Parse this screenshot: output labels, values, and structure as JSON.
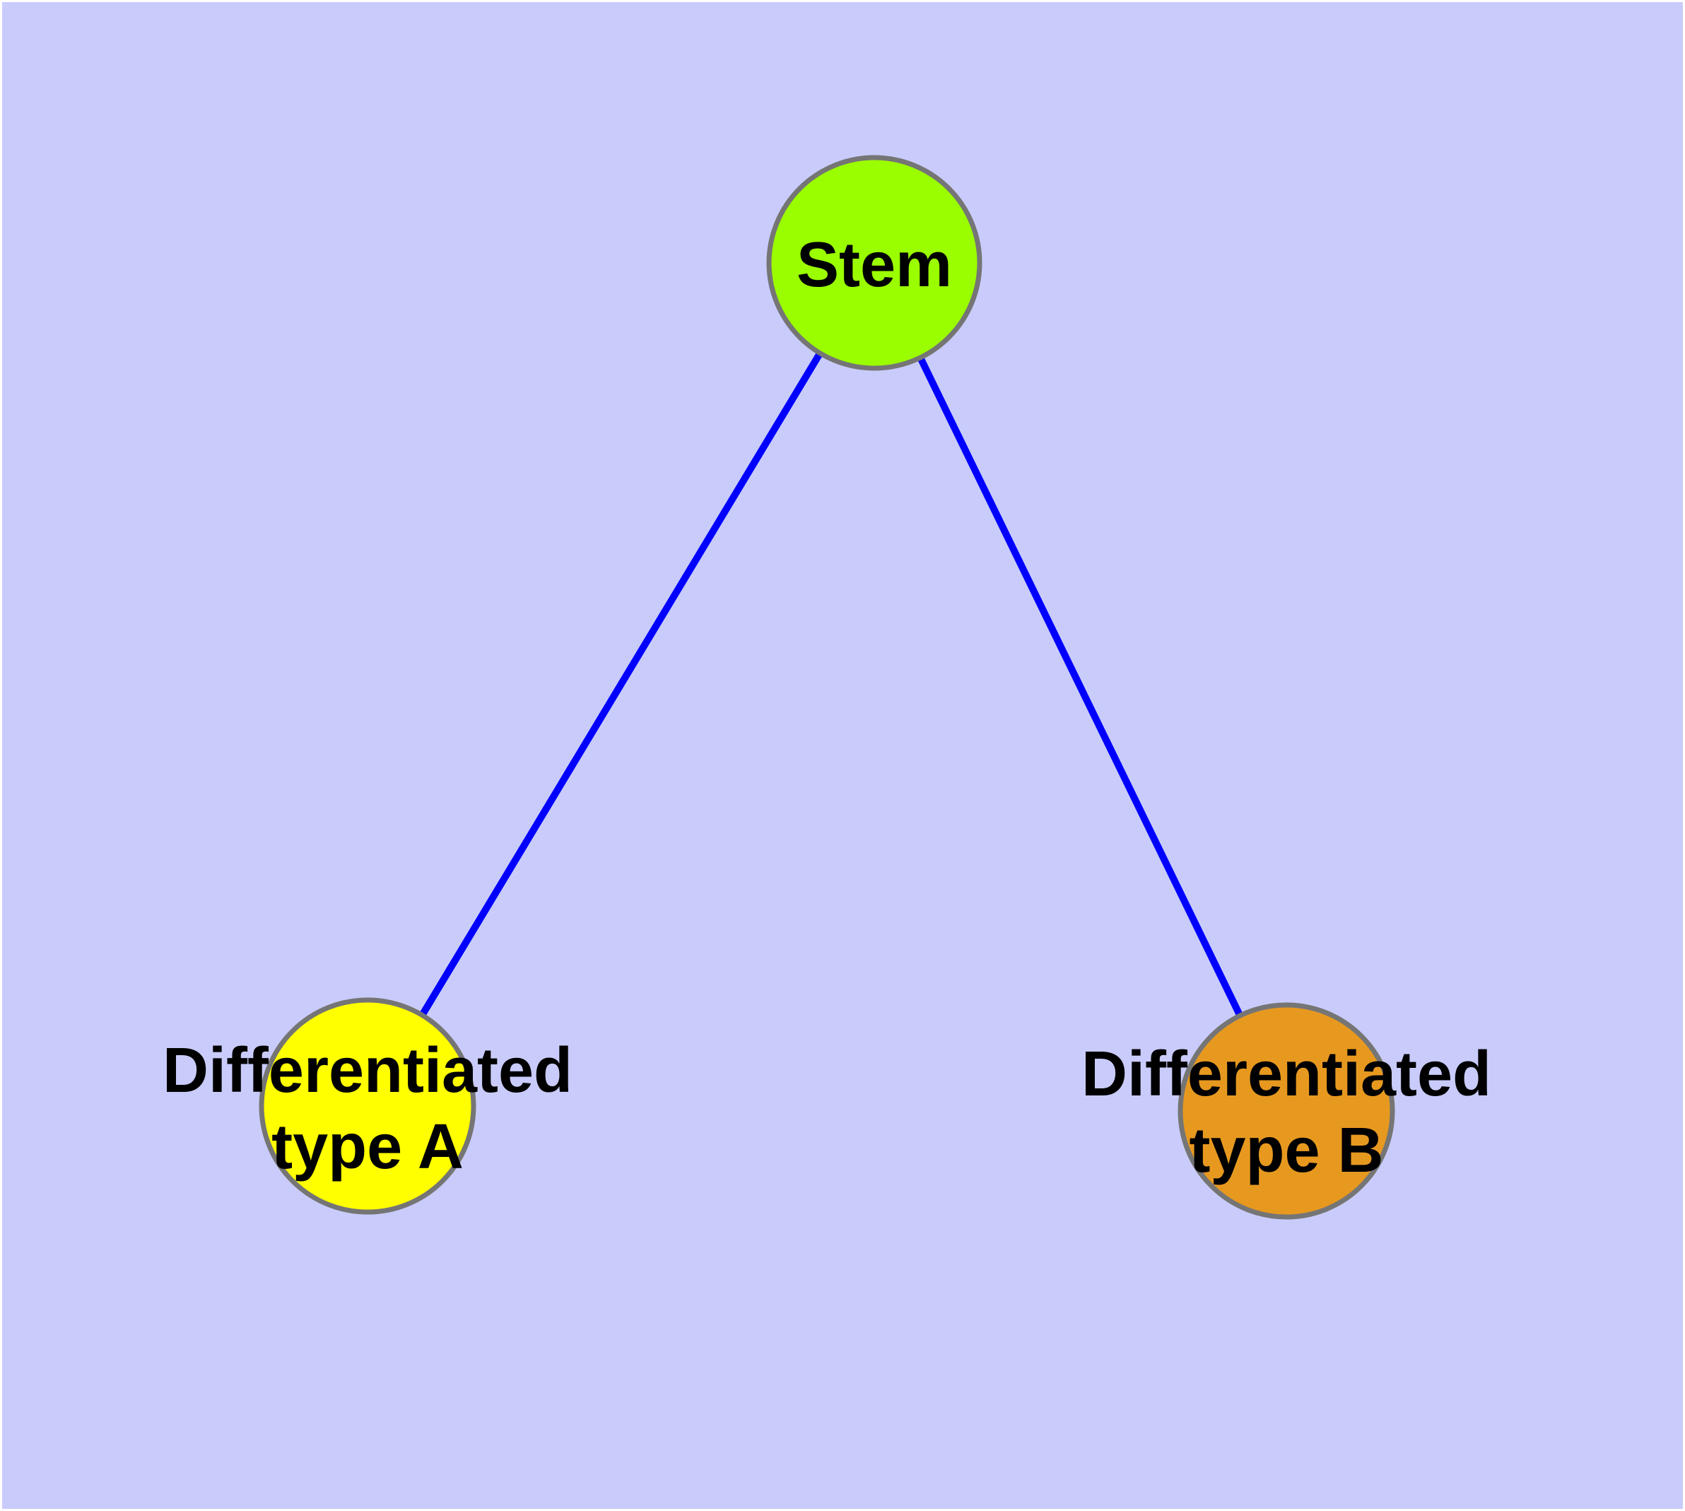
{
  "diagram": {
    "type": "node-link-graph",
    "background_color": "#C9CCFA",
    "page_border_color": "#FFFFFF",
    "edge_color": "#0000FF",
    "node_border_color": "#757575",
    "label_color": "#000000",
    "nodes": [
      {
        "id": "stem",
        "label": "Stem",
        "label_lines": [
          "Stem"
        ],
        "fill": "#9AFE00"
      },
      {
        "id": "differentiated-type-a",
        "label": "Differentiated type A",
        "label_lines": [
          "Differentiated",
          "type A"
        ],
        "fill": "#FFFF00"
      },
      {
        "id": "differentiated-type-b",
        "label": "Differentiated type B",
        "label_lines": [
          "Differentiated",
          "type B"
        ],
        "fill": "#E7991F"
      }
    ],
    "edges": [
      {
        "from": "Stem",
        "to": "Differentiated type A"
      },
      {
        "from": "Stem",
        "to": "Differentiated type B"
      }
    ]
  }
}
